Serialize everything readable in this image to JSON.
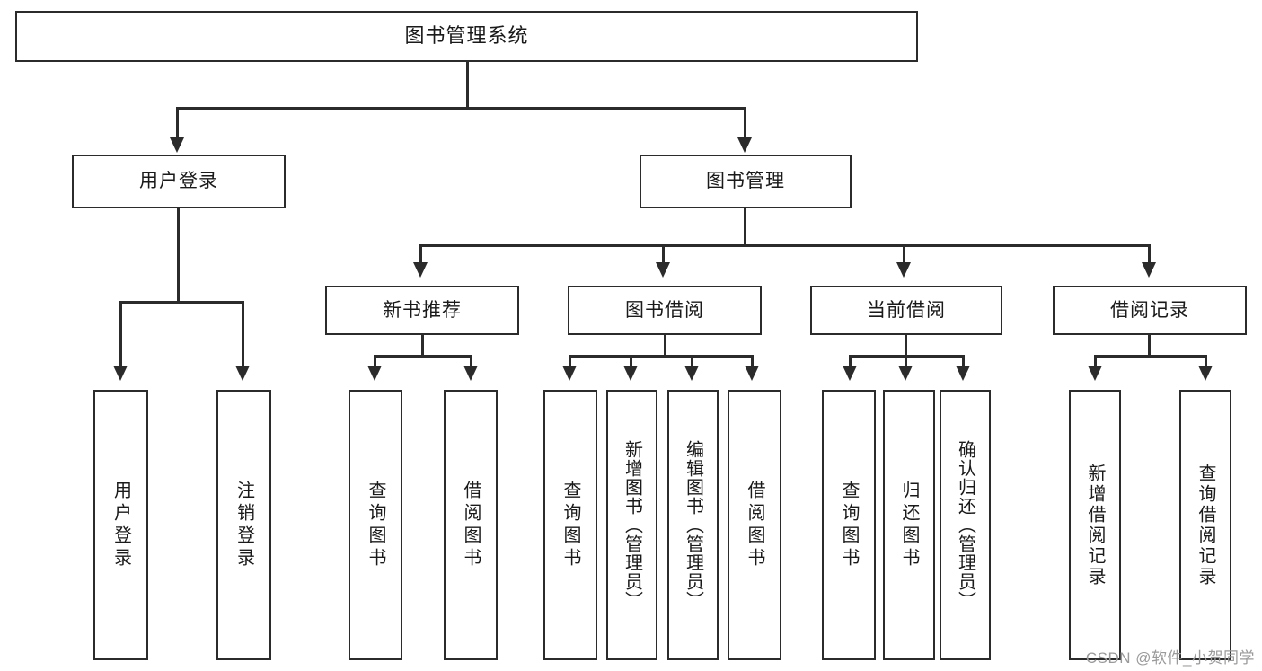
{
  "diagram": {
    "title": "图书管理系统",
    "type": "tree",
    "watermark": "CSDN @软件_小贺同学",
    "stroke_color": "#2b2b2b",
    "fill_color": "#ffffff",
    "text_color": "#1a1a1a",
    "watermark_color": "#9a9a9a"
  },
  "nodes": {
    "root": {
      "label": "图书管理系统"
    },
    "level1": [
      {
        "id": "user-login",
        "label": "用户登录"
      },
      {
        "id": "book-manage",
        "label": "图书管理"
      }
    ],
    "level2": [
      {
        "id": "new-book-recommend",
        "label": "新书推荐"
      },
      {
        "id": "book-borrow",
        "label": "图书借阅"
      },
      {
        "id": "current-borrow",
        "label": "当前借阅"
      },
      {
        "id": "borrow-record",
        "label": "借阅记录"
      }
    ],
    "leaves": [
      {
        "id": "leaf-user-login",
        "label": "用户登录",
        "parent": "user-login"
      },
      {
        "id": "leaf-user-logout",
        "label": "注销登录",
        "parent": "user-login"
      },
      {
        "id": "leaf-query-book-1",
        "label": "查询图书",
        "parent": "new-book-recommend"
      },
      {
        "id": "leaf-borrow-book-1",
        "label": "借阅图书",
        "parent": "new-book-recommend"
      },
      {
        "id": "leaf-query-book-2",
        "label": "查询图书",
        "parent": "book-borrow"
      },
      {
        "id": "leaf-add-book",
        "label": "新增图书（管理员）",
        "parent": "book-borrow"
      },
      {
        "id": "leaf-edit-book",
        "label": "编辑图书（管理员）",
        "parent": "book-borrow"
      },
      {
        "id": "leaf-borrow-book-2",
        "label": "借阅图书",
        "parent": "book-borrow"
      },
      {
        "id": "leaf-query-book-3",
        "label": "查询图书",
        "parent": "current-borrow"
      },
      {
        "id": "leaf-return-book",
        "label": "归还图书",
        "parent": "current-borrow"
      },
      {
        "id": "leaf-confirm-return",
        "label": "确认归还（管理员）",
        "parent": "current-borrow"
      },
      {
        "id": "leaf-add-record",
        "label": "新增借阅记录",
        "parent": "borrow-record"
      },
      {
        "id": "leaf-query-record",
        "label": "查询借阅记录",
        "parent": "borrow-record"
      }
    ]
  }
}
